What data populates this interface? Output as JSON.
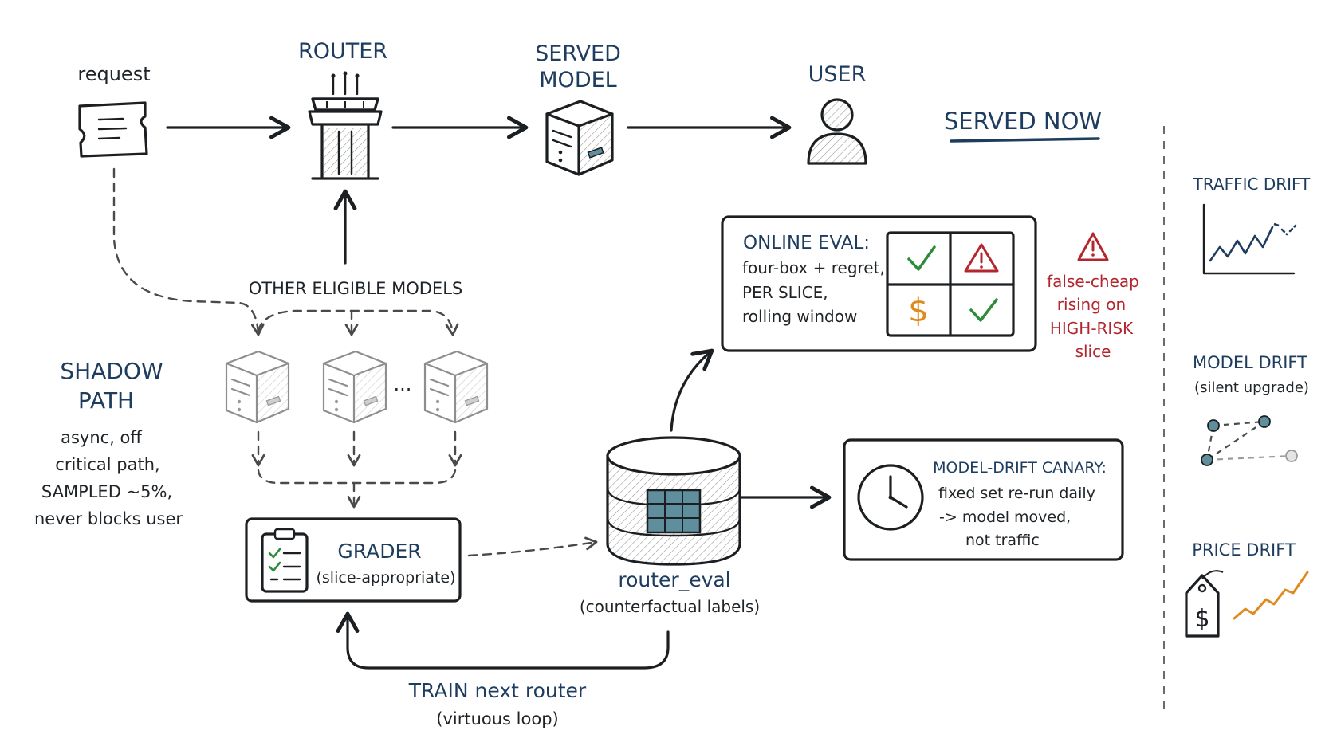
{
  "nodes": {
    "request": "request",
    "router": "ROUTER",
    "served_model_line1": "SERVED",
    "served_model_line2": "MODEL",
    "user": "USER",
    "served_now": "SERVED NOW",
    "other_models": "OTHER ELIGIBLE MODELS",
    "ellipsis": "...",
    "grader_title": "GRADER",
    "grader_sub": "(slice-appropriate)",
    "router_eval_title": "router_eval",
    "router_eval_sub": "(counterfactual labels)",
    "train_title": "TRAIN next router",
    "train_sub": "(virtuous loop)"
  },
  "shadow": {
    "title_line1": "SHADOW",
    "title_line2": "PATH",
    "lines": [
      "async, off",
      "critical path,",
      "SAMPLED ~5%,",
      "never blocks user"
    ]
  },
  "online_eval": {
    "title": "ONLINE EVAL:",
    "lines": [
      "four-box + regret,",
      "PER SLICE,",
      "rolling window"
    ],
    "grid_icons": [
      "check-icon",
      "warning-icon",
      "dollar-icon",
      "check-icon"
    ]
  },
  "alert": {
    "lines": [
      "false-cheap",
      "rising on",
      "HIGH-RISK",
      "slice"
    ]
  },
  "canary": {
    "title": "MODEL-DRIFT CANARY:",
    "lines": [
      "fixed set re-run daily",
      "-> model moved,",
      "not traffic"
    ]
  },
  "drift": {
    "traffic": "TRAFFIC DRIFT",
    "model": "MODEL DRIFT",
    "model_sub": "(silent upgrade)",
    "price": "PRICE DRIFT"
  },
  "colors": {
    "ink": "#1c1f22",
    "navy": "#1d3c5e",
    "alert_red": "#b3262d",
    "check_green": "#2e8b3a",
    "dollar_orange": "#e08a1e",
    "router_teal": "#5f8f9c"
  }
}
